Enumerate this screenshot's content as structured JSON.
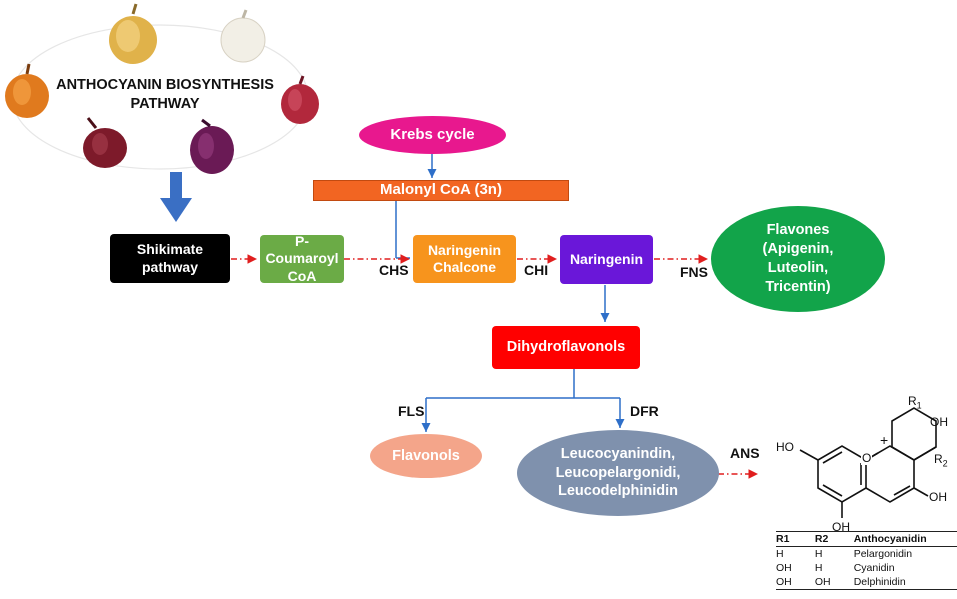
{
  "title": {
    "line1": "ANTHOCYANIN BIOSYNTHESIS",
    "line2": "PATHWAY"
  },
  "onion_icons": [
    "yellow-onion-icon",
    "white-onion-icon",
    "orange-onion-icon",
    "red-onion-icon",
    "red-onion-icon",
    "purple-onion-icon"
  ],
  "nodes": {
    "krebs": "Krebs cycle",
    "malonyl": "Malonyl CoA (3n)",
    "shikimate": {
      "line1": "Shikimate",
      "line2": "pathway"
    },
    "coumaroyl": {
      "line1": "P-Coumaroyl",
      "line2": "CoA"
    },
    "chalcone": {
      "line1": "Naringenin",
      "line2": "Chalcone"
    },
    "naringenin": "Naringenin",
    "flavones": {
      "line1": "Flavones",
      "line2": "(Apigenin,",
      "line3": "Luteolin,",
      "line4": "Tricentin)"
    },
    "dihydro": "Dihydroflavonols",
    "flavonols": "Flavonols",
    "leuco": {
      "line1": "Leucocyanindin,",
      "line2": "Leucopelargonidi,",
      "line3": "Leucodelphinidin"
    }
  },
  "enzymes": {
    "chs": "CHS",
    "chi": "CHI",
    "fns": "FNS",
    "fls": "FLS",
    "dfr": "DFR",
    "ans": "ANS"
  },
  "structure": {
    "oh_left": "HO",
    "oh_bottom": "OH",
    "oh_right_low": "OH",
    "oh_top_right": "OH",
    "plus": "+",
    "r1": "R",
    "r1_sub": "1",
    "r2": "R",
    "r2_sub": "2",
    "o": "O"
  },
  "table": {
    "headers": [
      "R1",
      "R2",
      "Anthocyanidin"
    ],
    "rows": [
      [
        "H",
        "H",
        "Pelargonidin"
      ],
      [
        "OH",
        "H",
        "Cyanidin"
      ],
      [
        "OH",
        "OH",
        "Delphinidin"
      ]
    ]
  },
  "colors": {
    "krebs": "#e8188e",
    "malonyl": "#f26522",
    "shikimate": "#000000",
    "coumaroyl": "#6bab46",
    "chalcone": "#f7941d",
    "naringenin": "#6a17d9",
    "flavones": "#12a44a",
    "dihydro": "#ff0000",
    "flavonols": "#f4a58a",
    "leuco": "#7f91ad",
    "arrow_blue": "#2e6fc9",
    "arrow_red": "#e01e1e"
  }
}
